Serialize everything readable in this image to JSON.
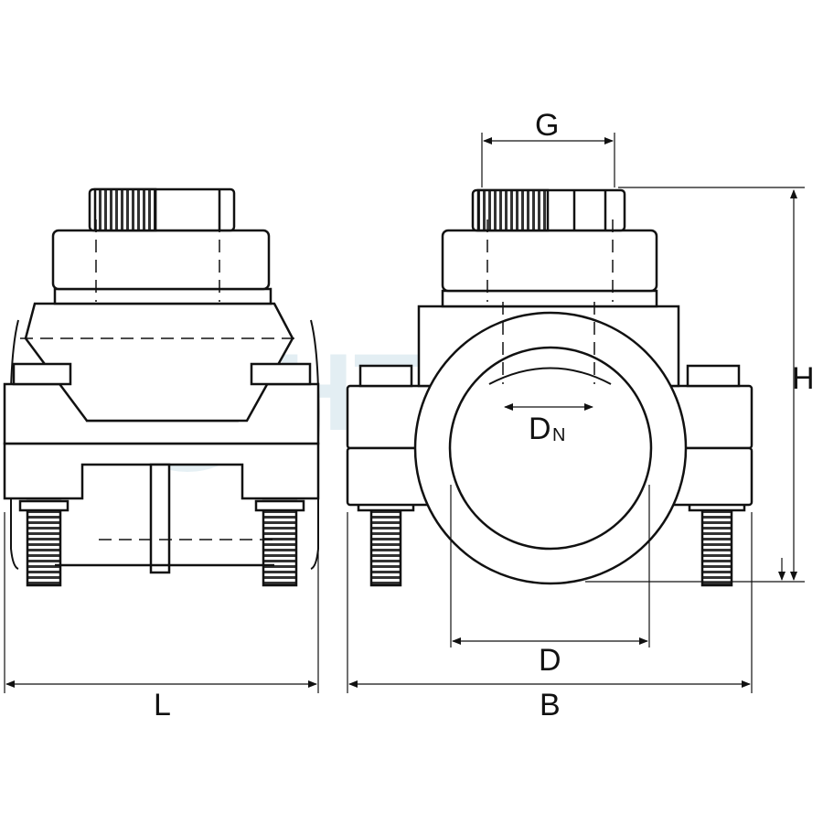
{
  "watermark": "HTC",
  "dimensions": {
    "G": "G",
    "H": "H",
    "DN_main": "D",
    "DN_sub": "N",
    "D": "D",
    "L": "L",
    "B": "B"
  },
  "colors": {
    "line": "#111111",
    "body_fill": "#ffffff",
    "thread_fill": "#3a3a3a",
    "watermark": "#e3eef3"
  }
}
